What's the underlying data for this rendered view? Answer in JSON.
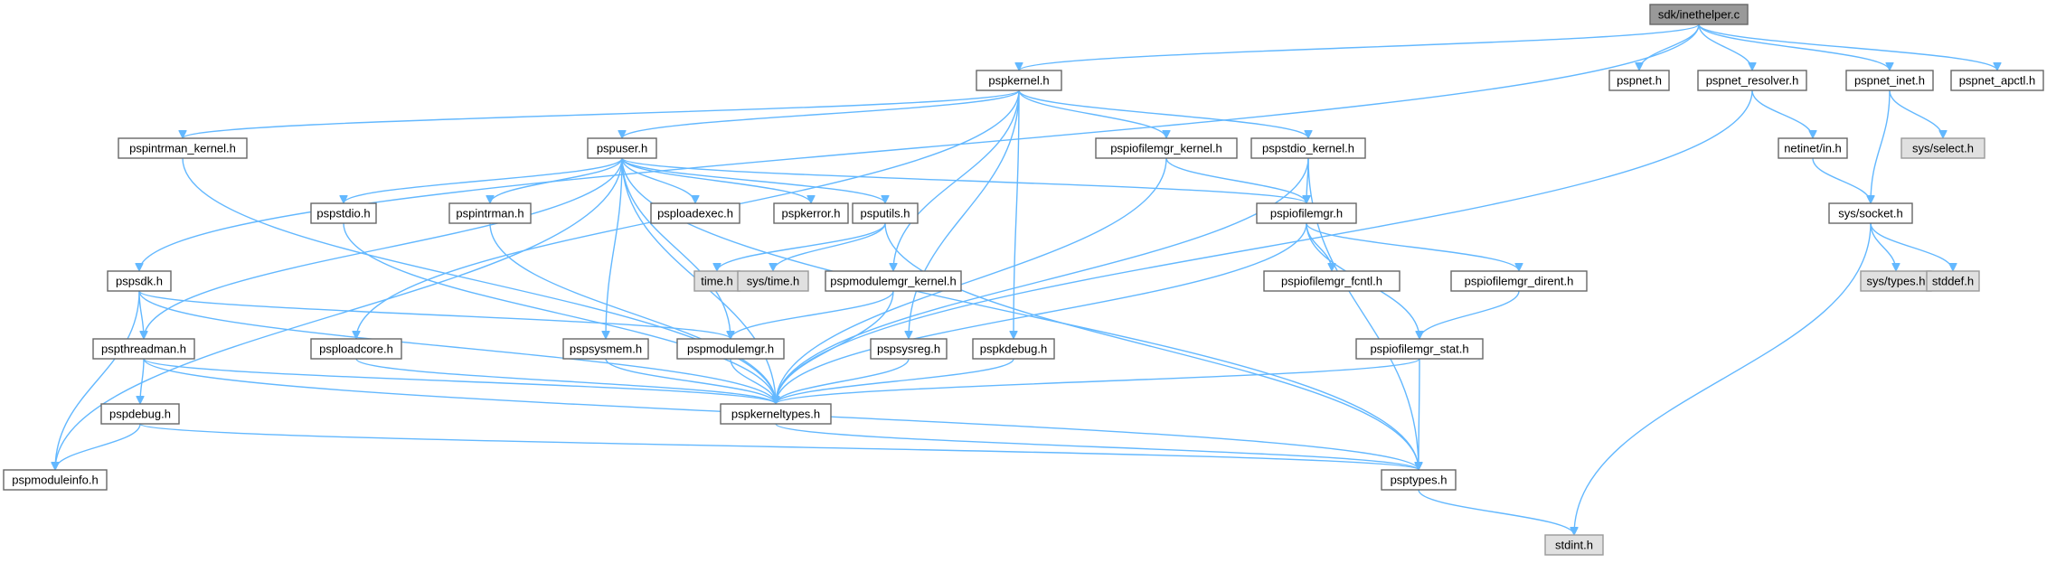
{
  "colors": {
    "edge": "#63b8ff",
    "node_fill": "#ffffff",
    "node_border": "#666666",
    "root_fill": "#999999",
    "external_fill": "#e0e0e0",
    "text": "#000000"
  },
  "nodes": [
    {
      "id": "inethelper",
      "label": "sdk/inethelper.c",
      "style": "root"
    },
    {
      "id": "pspkernel",
      "label": "pspkernel.h"
    },
    {
      "id": "pspnet",
      "label": "pspnet.h"
    },
    {
      "id": "pspnet_resolver",
      "label": "pspnet_resolver.h"
    },
    {
      "id": "pspnet_inet",
      "label": "pspnet_inet.h"
    },
    {
      "id": "pspnet_apctl",
      "label": "pspnet_apctl.h"
    },
    {
      "id": "pspintrman_kernel",
      "label": "pspintrman_kernel.h"
    },
    {
      "id": "pspiofilemgr_kernel",
      "label": "pspiofilemgr_kernel.h"
    },
    {
      "id": "pspstdio_kernel",
      "label": "pspstdio_kernel.h"
    },
    {
      "id": "netinet_in",
      "label": "netinet/in.h"
    },
    {
      "id": "sys_select",
      "label": "sys/select.h",
      "style": "gray"
    },
    {
      "id": "pspuser",
      "label": "pspuser.h"
    },
    {
      "id": "pspstdio",
      "label": "pspstdio.h"
    },
    {
      "id": "pspintrman",
      "label": "pspintrman.h"
    },
    {
      "id": "psploadexec",
      "label": "psploadexec.h"
    },
    {
      "id": "pspkerror",
      "label": "pspkerror.h"
    },
    {
      "id": "psputils",
      "label": "psputils.h"
    },
    {
      "id": "pspiofilemgr",
      "label": "pspiofilemgr.h"
    },
    {
      "id": "sys_socket",
      "label": "sys/socket.h"
    },
    {
      "id": "time",
      "label": "time.h",
      "style": "gray"
    },
    {
      "id": "sys_time",
      "label": "sys/time.h",
      "style": "gray"
    },
    {
      "id": "pspsdk",
      "label": "pspsdk.h"
    },
    {
      "id": "pspmodulemgr_kernel",
      "label": "pspmodulemgr_kernel.h"
    },
    {
      "id": "pspiofilemgr_fcntl",
      "label": "pspiofilemgr_fcntl.h"
    },
    {
      "id": "pspiofilemgr_dirent",
      "label": "pspiofilemgr_dirent.h"
    },
    {
      "id": "sys_types",
      "label": "sys/types.h",
      "style": "gray"
    },
    {
      "id": "stddef",
      "label": "stddef.h",
      "style": "gray"
    },
    {
      "id": "pspthreadman",
      "label": "pspthreadman.h"
    },
    {
      "id": "psploadcore",
      "label": "psploadcore.h"
    },
    {
      "id": "pspsysmem",
      "label": "pspsysmem.h"
    },
    {
      "id": "pspmodulemgr",
      "label": "pspmodulemgr.h"
    },
    {
      "id": "pspsysreg",
      "label": "pspsysreg.h"
    },
    {
      "id": "pspkdebug",
      "label": "pspkdebug.h"
    },
    {
      "id": "pspiofilemgr_stat",
      "label": "pspiofilemgr_stat.h"
    },
    {
      "id": "pspkerneltypes",
      "label": "pspkerneltypes.h"
    },
    {
      "id": "pspdebug",
      "label": "pspdebug.h"
    },
    {
      "id": "pspmoduleinfo",
      "label": "pspmoduleinfo.h"
    },
    {
      "id": "psptypes",
      "label": "psptypes.h"
    },
    {
      "id": "stdint",
      "label": "stdint.h",
      "style": "gray"
    }
  ],
  "edges": [
    [
      "inethelper",
      "pspkernel"
    ],
    [
      "inethelper",
      "pspnet"
    ],
    [
      "inethelper",
      "pspnet_resolver"
    ],
    [
      "inethelper",
      "pspnet_inet"
    ],
    [
      "inethelper",
      "pspnet_apctl"
    ],
    [
      "inethelper",
      "pspsdk"
    ],
    [
      "pspkernel",
      "pspintrman_kernel"
    ],
    [
      "pspkernel",
      "pspuser"
    ],
    [
      "pspkernel",
      "pspiofilemgr_kernel"
    ],
    [
      "pspkernel",
      "pspstdio_kernel"
    ],
    [
      "pspkernel",
      "psploadcore"
    ],
    [
      "pspkernel",
      "pspmodulemgr_kernel"
    ],
    [
      "pspkernel",
      "pspsysreg"
    ],
    [
      "pspkernel",
      "pspkdebug"
    ],
    [
      "pspnet_resolver",
      "netinet_in"
    ],
    [
      "pspnet_resolver",
      "pspkerneltypes"
    ],
    [
      "pspnet_inet",
      "sys_select"
    ],
    [
      "pspnet_inet",
      "sys_socket"
    ],
    [
      "netinet_in",
      "sys_socket"
    ],
    [
      "sys_socket",
      "sys_types"
    ],
    [
      "sys_socket",
      "stddef"
    ],
    [
      "sys_socket",
      "stdint"
    ],
    [
      "pspintrman_kernel",
      "pspkerneltypes"
    ],
    [
      "pspiofilemgr_kernel",
      "pspiofilemgr"
    ],
    [
      "pspiofilemgr_kernel",
      "pspkerneltypes"
    ],
    [
      "pspstdio_kernel",
      "pspiofilemgr"
    ],
    [
      "pspstdio_kernel",
      "pspkerneltypes"
    ],
    [
      "pspstdio_kernel",
      "psptypes"
    ],
    [
      "pspuser",
      "pspstdio"
    ],
    [
      "pspuser",
      "pspintrman"
    ],
    [
      "pspuser",
      "psploadexec"
    ],
    [
      "pspuser",
      "pspkerror"
    ],
    [
      "pspuser",
      "psputils"
    ],
    [
      "pspuser",
      "pspiofilemgr"
    ],
    [
      "pspuser",
      "pspthreadman"
    ],
    [
      "pspuser",
      "pspmoduleinfo"
    ],
    [
      "pspuser",
      "pspsysmem"
    ],
    [
      "pspuser",
      "pspmodulemgr"
    ],
    [
      "pspuser",
      "pspkerneltypes"
    ],
    [
      "pspuser",
      "psptypes"
    ],
    [
      "pspstdio",
      "pspkerneltypes"
    ],
    [
      "pspintrman",
      "pspkerneltypes"
    ],
    [
      "psputils",
      "time"
    ],
    [
      "psputils",
      "sys_time"
    ],
    [
      "psputils",
      "psptypes"
    ],
    [
      "pspiofilemgr",
      "pspiofilemgr_fcntl"
    ],
    [
      "pspiofilemgr",
      "pspiofilemgr_dirent"
    ],
    [
      "pspiofilemgr",
      "pspiofilemgr_stat"
    ],
    [
      "pspiofilemgr",
      "pspkerneltypes"
    ],
    [
      "pspiofilemgr_dirent",
      "pspiofilemgr_stat"
    ],
    [
      "pspiofilemgr_stat",
      "pspkerneltypes"
    ],
    [
      "pspiofilemgr_stat",
      "psptypes"
    ],
    [
      "pspsdk",
      "pspthreadman"
    ],
    [
      "pspsdk",
      "pspmodulemgr"
    ],
    [
      "pspsdk",
      "pspkerneltypes"
    ],
    [
      "pspsdk",
      "pspmoduleinfo"
    ],
    [
      "pspthreadman",
      "pspdebug"
    ],
    [
      "pspthreadman",
      "pspkerneltypes"
    ],
    [
      "pspthreadman",
      "psptypes"
    ],
    [
      "pspdebug",
      "pspmoduleinfo"
    ],
    [
      "pspdebug",
      "psptypes"
    ],
    [
      "psploadcore",
      "pspkerneltypes"
    ],
    [
      "pspsysmem",
      "pspkerneltypes"
    ],
    [
      "pspmodulemgr_kernel",
      "pspmodulemgr"
    ],
    [
      "pspmodulemgr_kernel",
      "pspkerneltypes"
    ],
    [
      "pspmodulemgr",
      "pspkerneltypes"
    ],
    [
      "pspsysreg",
      "pspkerneltypes"
    ],
    [
      "pspkdebug",
      "pspkerneltypes"
    ],
    [
      "pspkerneltypes",
      "psptypes"
    ],
    [
      "psptypes",
      "stdint"
    ]
  ]
}
